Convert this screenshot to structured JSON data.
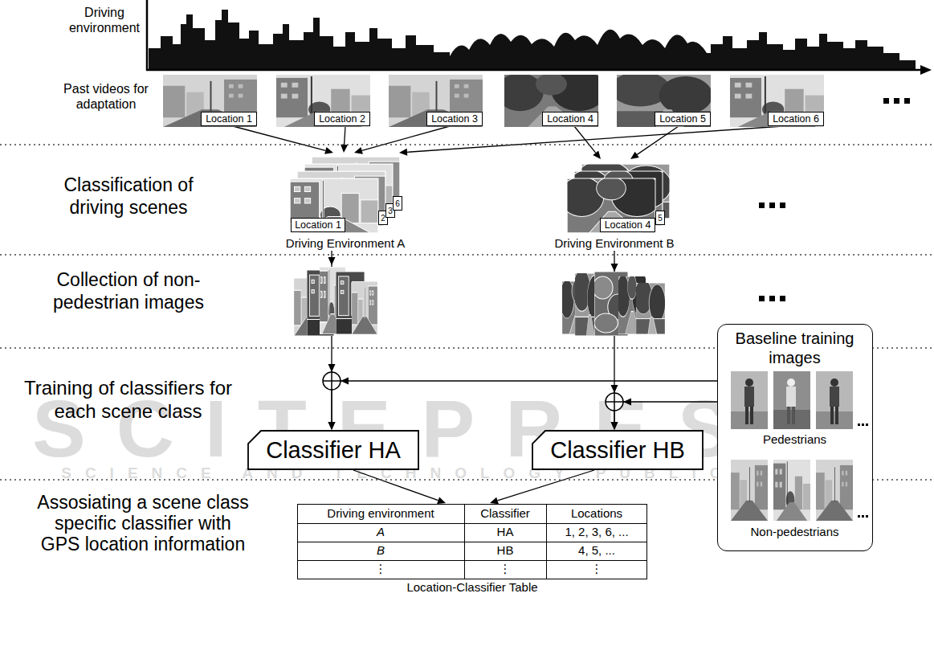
{
  "diagram": {
    "nodes": [
      {
        "text": [
          "Location 1"
        ]
      },
      {
        "text": [
          "Location 2"
        ]
      },
      {
        "text": [
          "Location 3"
        ]
      },
      {
        "text": [
          "Location 4"
        ]
      },
      {
        "text": [
          "Location 5"
        ]
      },
      {
        "text": [
          "Location 6"
        ]
      },
      {
        "text": [
          "Driving Environment A"
        ]
      },
      {
        "text": [
          "Location 1"
        ],
        "in": 6
      },
      {
        "text": [
          "2"
        ],
        "in": 6
      },
      {
        "text": [
          "3"
        ],
        "in": 6
      },
      {
        "text": [
          "6"
        ],
        "in": 6
      },
      {
        "text": [
          "Driving Environment B"
        ]
      },
      {
        "text": [
          "Location 4"
        ],
        "in": 11
      },
      {
        "text": [
          "5"
        ],
        "in": 11
      },
      {
        "text": [
          "Baseline training images",
          "Pedestrians",
          "Non-pedestrians"
        ]
      },
      {
        "text": [
          "Classifier HA"
        ]
      },
      {
        "text": [
          "Classifier HB"
        ]
      },
      {
        "text": [
          "Location-Classifier Table"
        ]
      }
    ],
    "edges": [
      {
        "from": 0,
        "to": 6,
        "arrow": "to"
      },
      {
        "from": 1,
        "to": 6,
        "arrow": "to"
      },
      {
        "from": 2,
        "to": 6,
        "arrow": "to"
      },
      {
        "from": 5,
        "to": 6,
        "arrow": "to"
      },
      {
        "from": 3,
        "to": 11,
        "arrow": "to"
      },
      {
        "from": 4,
        "to": 11,
        "arrow": "to"
      },
      {
        "from": 6,
        "to": 15,
        "arrow": "to"
      },
      {
        "from": 11,
        "to": 16,
        "arrow": "to"
      },
      {
        "from": 14,
        "to": 15,
        "arrow": "to"
      },
      {
        "from": 14,
        "to": 16,
        "arrow": "to"
      },
      {
        "from": 15,
        "to": 17,
        "arrow": "to"
      },
      {
        "from": 16,
        "to": 17,
        "arrow": "to"
      }
    ],
    "labels": [
      "Driving environment",
      "Past videos for adaptation",
      "Classification of driving scenes",
      "Collection of non-pedestrian images",
      "Training of classifiers for each scene class",
      "Assosiating a scene class specific classifier with GPS location information",
      "Driving environment",
      "Classifier",
      "Locations",
      "A",
      "HA",
      "1, 2, 3, 6, ...",
      "B",
      "HB",
      "4, 5, ...",
      "⋮",
      "⋮",
      "⋮",
      "SCITEPRESS",
      "SCIENCE AND TECHNOLOGY PUBLICATIONS"
    ]
  }
}
